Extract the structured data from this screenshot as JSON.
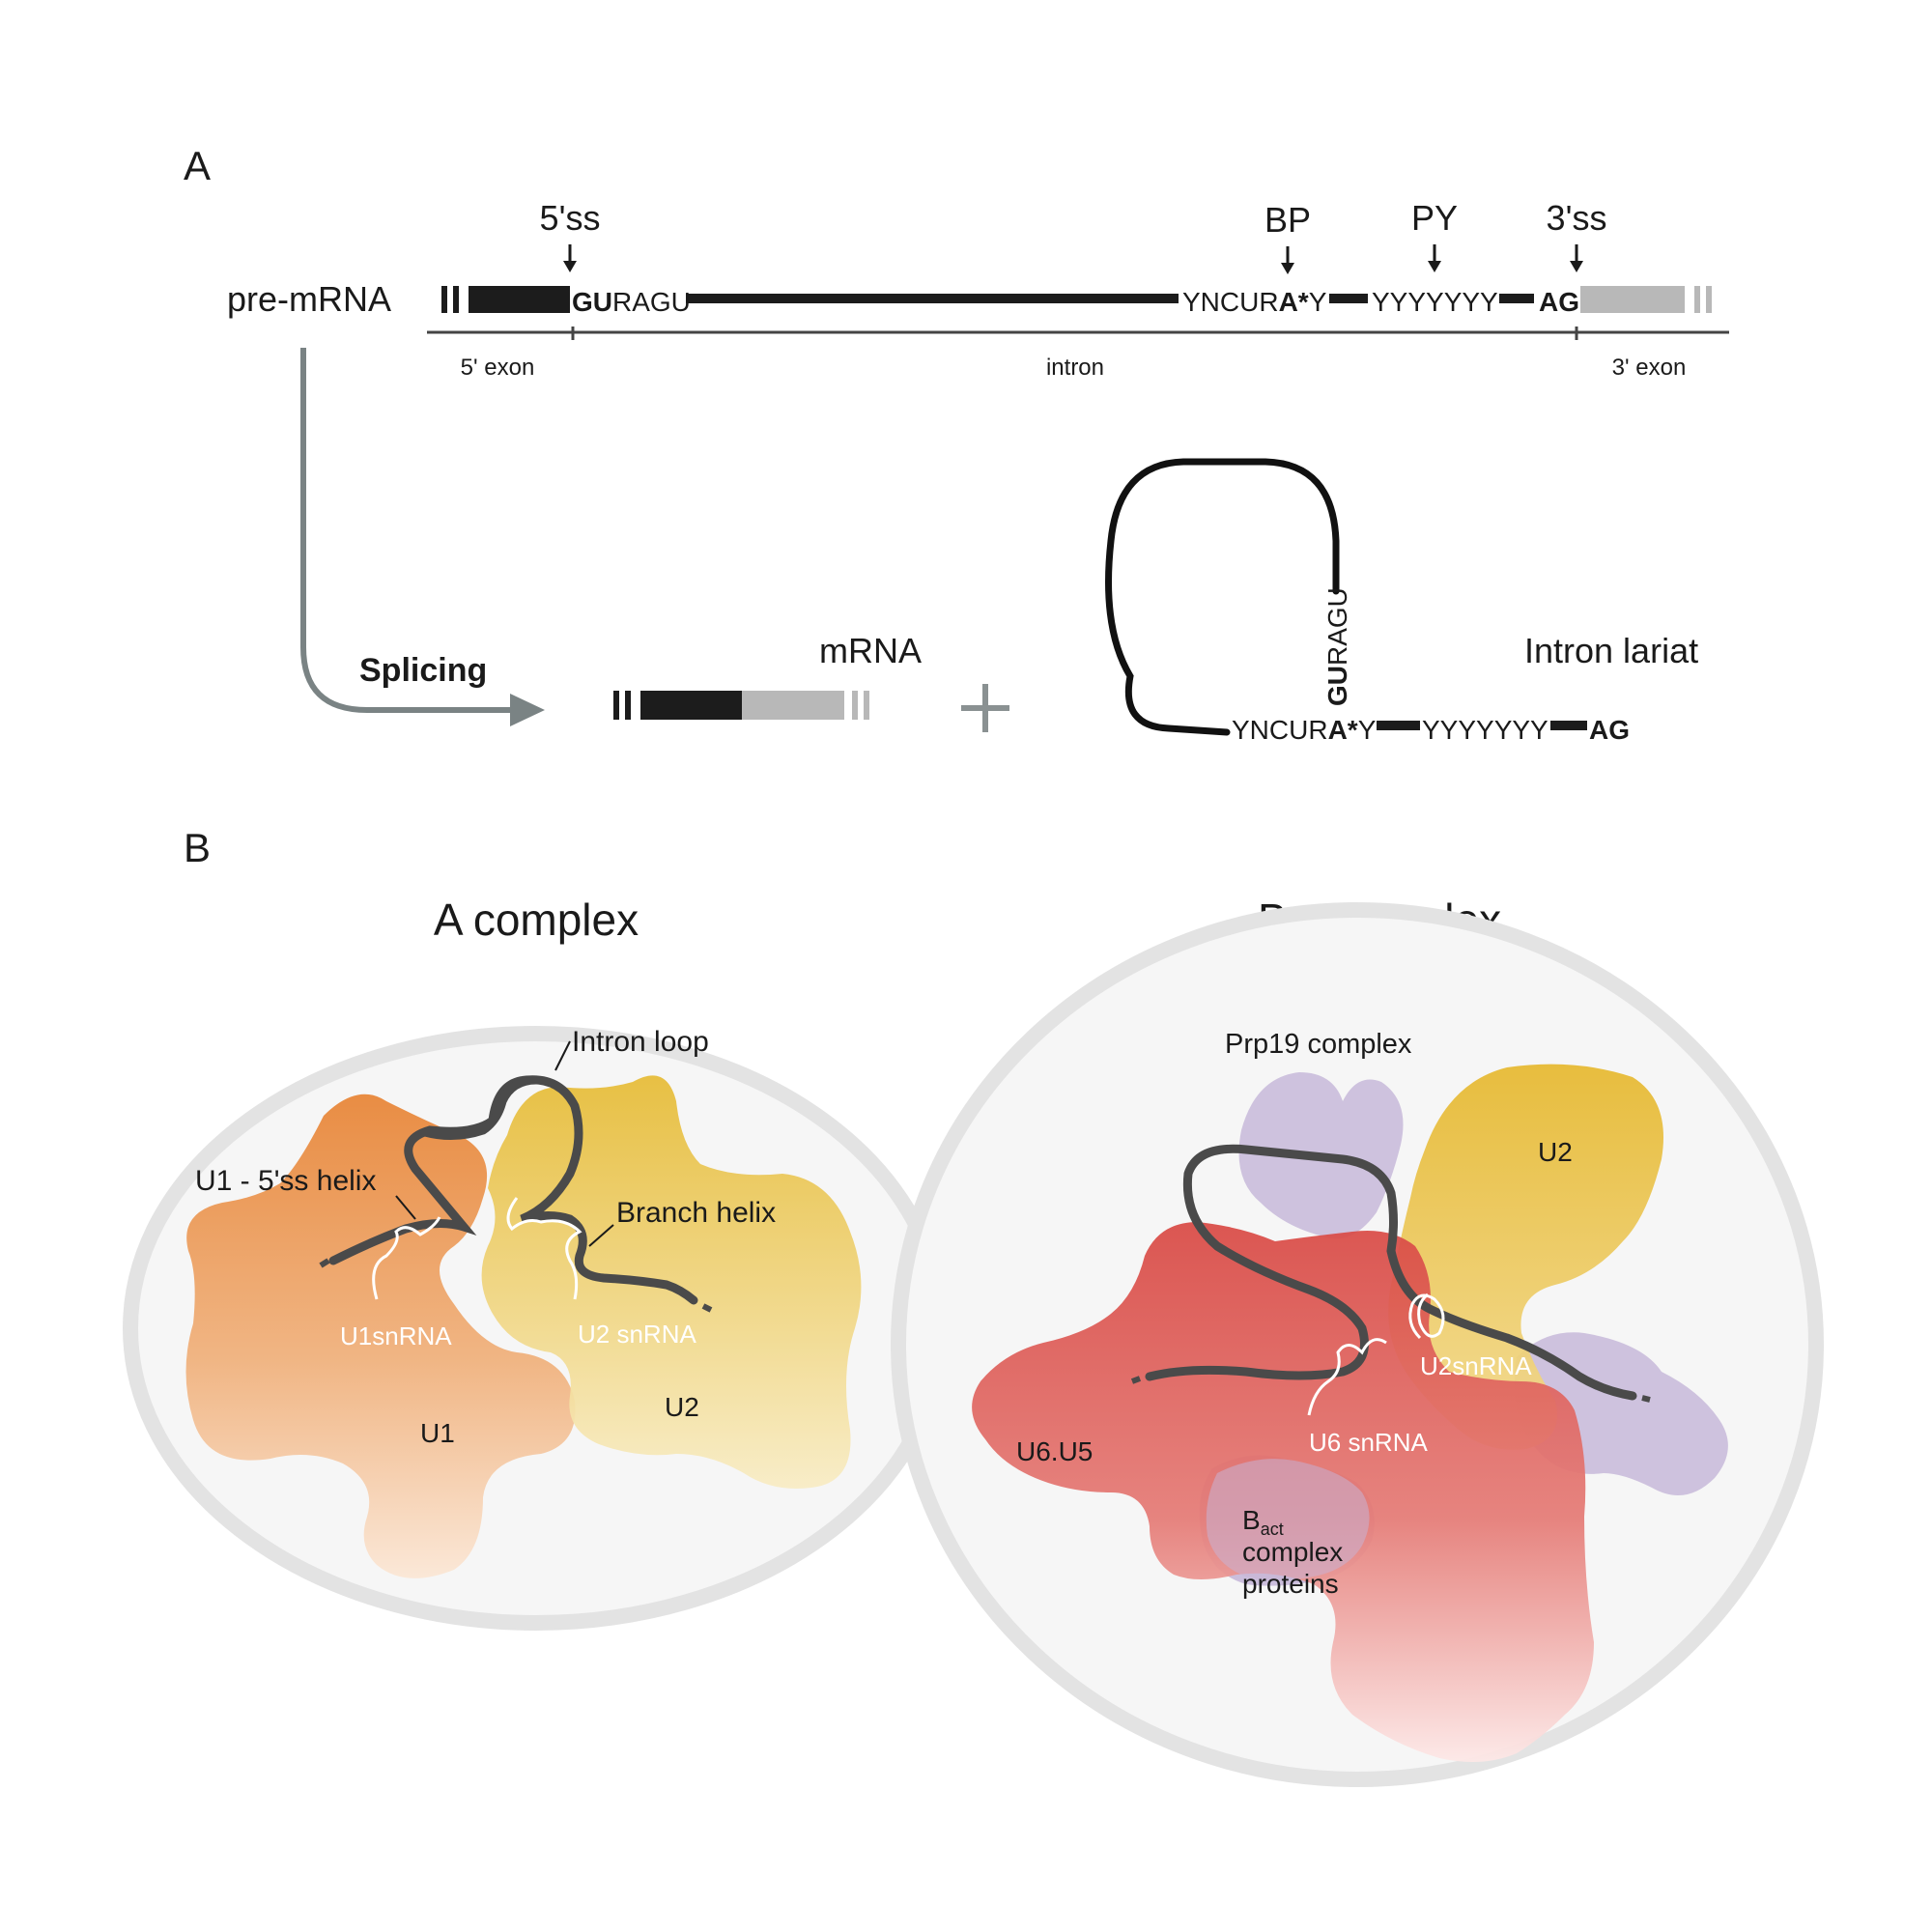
{
  "panel_a": {
    "letter": "A",
    "pre_mrna_label": "pre-mRNA",
    "site_5ss": "5'ss",
    "site_bp": "BP",
    "site_py": "PY",
    "site_3ss": "3'ss",
    "seq_gu": "GU",
    "seq_ragu": "RAGU",
    "seq_yncur": "YNCUR",
    "seq_a": "A*",
    "seq_y": "Y",
    "seq_py": "YYYYYYY",
    "seq_ag": "AG",
    "exon5_label": "5' exon",
    "intron_label": "intron",
    "exon3_label": "3' exon",
    "splicing_label": "Splicing",
    "mrna_label": "mRNA",
    "lariat_label": "Intron lariat"
  },
  "panel_b": {
    "letter": "B",
    "a_title": "A complex",
    "bact_title_main": "B",
    "bact_title_sub": "act",
    "bact_title_rest": " complex",
    "intron_loop": "Intron loop",
    "u1_helix": "U1 - 5'ss helix",
    "branch_helix": "Branch helix",
    "u1snrna": "U1snRNA",
    "u2snrna_a": "U2 snRNA",
    "u1": "U1",
    "u2_a": "U2",
    "prp19": "Prp19 complex",
    "u2_b": "U2",
    "u2snrna_b": "U2snRNA",
    "u6u5": "U6.U5",
    "u6snrna": "U6 snRNA",
    "bact_prot_main": "B",
    "bact_prot_sub": "act",
    "bact_prot_line2": "complex",
    "bact_prot_line3": "proteins"
  },
  "colors": {
    "exon5": "#1c1c1c",
    "exon3": "#b8b8b8",
    "u1_orange": "#e8873a",
    "u2_yellow": "#e6bb34",
    "u6u5_red": "#d94a45",
    "prp19_lavender": "#c7b8d9"
  }
}
